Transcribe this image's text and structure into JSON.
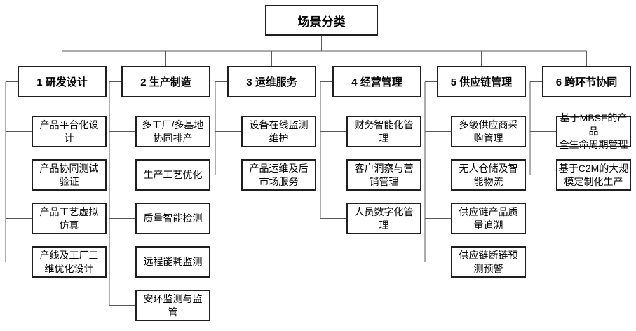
{
  "root": {
    "label": "场景分类"
  },
  "columns": [
    {
      "label": "1 研发设计",
      "children": [
        "产品平台化设\n计",
        "产品协同测试\n验证",
        "产品工艺虚拟\n仿真",
        "产线及工厂三\n维优化设计"
      ]
    },
    {
      "label": "2 生产制造",
      "children": [
        "多工厂/多基地\n协同排产",
        "生产工艺优化",
        "质量智能检测",
        "远程能耗监测",
        "安环监测与监\n管"
      ]
    },
    {
      "label": "3 运维服务",
      "children": [
        "设备在线监测\n维护",
        "产品运维及后\n市场服务"
      ]
    },
    {
      "label": "4 经营管理",
      "children": [
        "财务智能化管\n理",
        "客户洞察与营\n销管理",
        "人员数字化管\n理"
      ]
    },
    {
      "label": "5 供应链管理",
      "children": [
        "多级供应商采\n购管理",
        "无人仓储及智\n能物流",
        "供应链产品质\n量追溯",
        "供应链断链预\n测预警"
      ]
    },
    {
      "label": "6 跨环节协同",
      "children": [
        "基于MBSE的产品\n全生命周期管理",
        "基于C2M的大规\n模定制化生产"
      ]
    }
  ],
  "colors": {
    "box_border": "#1f1f1f",
    "connector": "#595959",
    "background": "#ffffff",
    "text": "#000000"
  }
}
